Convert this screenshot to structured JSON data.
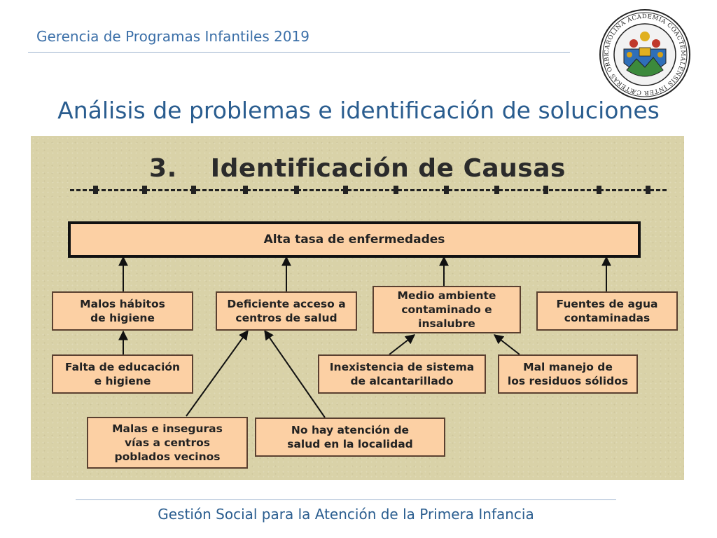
{
  "slide": {
    "header": "Gerencia de Programas Infantiles 2019",
    "title": "Análisis de problemas e identificación de soluciones",
    "footer": "Gestión Social para la Atención de la Primera Infancia",
    "seal_text": "CAROLINA ACADEMIA COACTEMALENSIS INTER CÆTERAS ORBIS CONSPICUA"
  },
  "diagram": {
    "number": "3.",
    "heading": "Identificación de Causas",
    "problem": "Alta tasa de enfermedades",
    "causes": {
      "c1": "Malos hábitos\nde higiene",
      "c2": "Deficiente acceso a\ncentros de salud",
      "c3": "Medio ambiente\ncontaminado e\ninsalubre",
      "c4": "Fuentes de agua\ncontaminadas",
      "c5": "Falta de educación\ne higiene",
      "c6": "Inexistencia de sistema\nde alcantarillado",
      "c7": "Mal manejo de\nlos residuos sólidos",
      "c8": "Malas e inseguras\nvías a centros\npoblados vecinos",
      "c9": "No hay atención de\nsalud en la localidad"
    }
  },
  "colors": {
    "box_fill": "#fcd0a4",
    "panel": "#d9d2a8",
    "title_blue": "#2a5d8f"
  }
}
